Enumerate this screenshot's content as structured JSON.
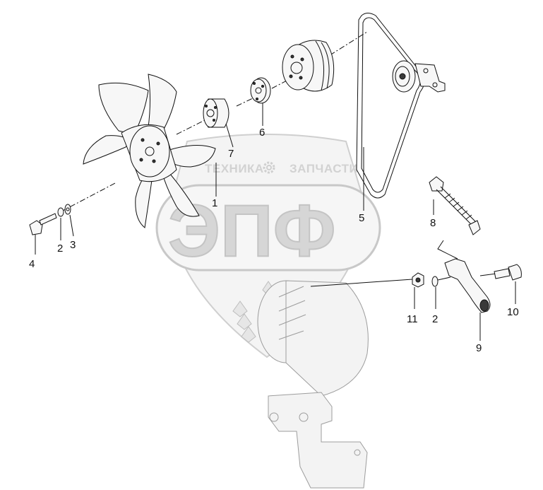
{
  "watermark": {
    "top_left": "ТЕХНИКА",
    "top_right": "ЗАПЧАСТИ",
    "big": "ЭПФ"
  },
  "callouts": {
    "c1": "1",
    "c2a": "2",
    "c2b": "2",
    "c3": "3",
    "c4": "4",
    "c5": "5",
    "c6": "6",
    "c7": "7",
    "c8": "8",
    "c9": "9",
    "c10": "10",
    "c11": "11"
  },
  "icons": {
    "gear": "gear-icon"
  }
}
